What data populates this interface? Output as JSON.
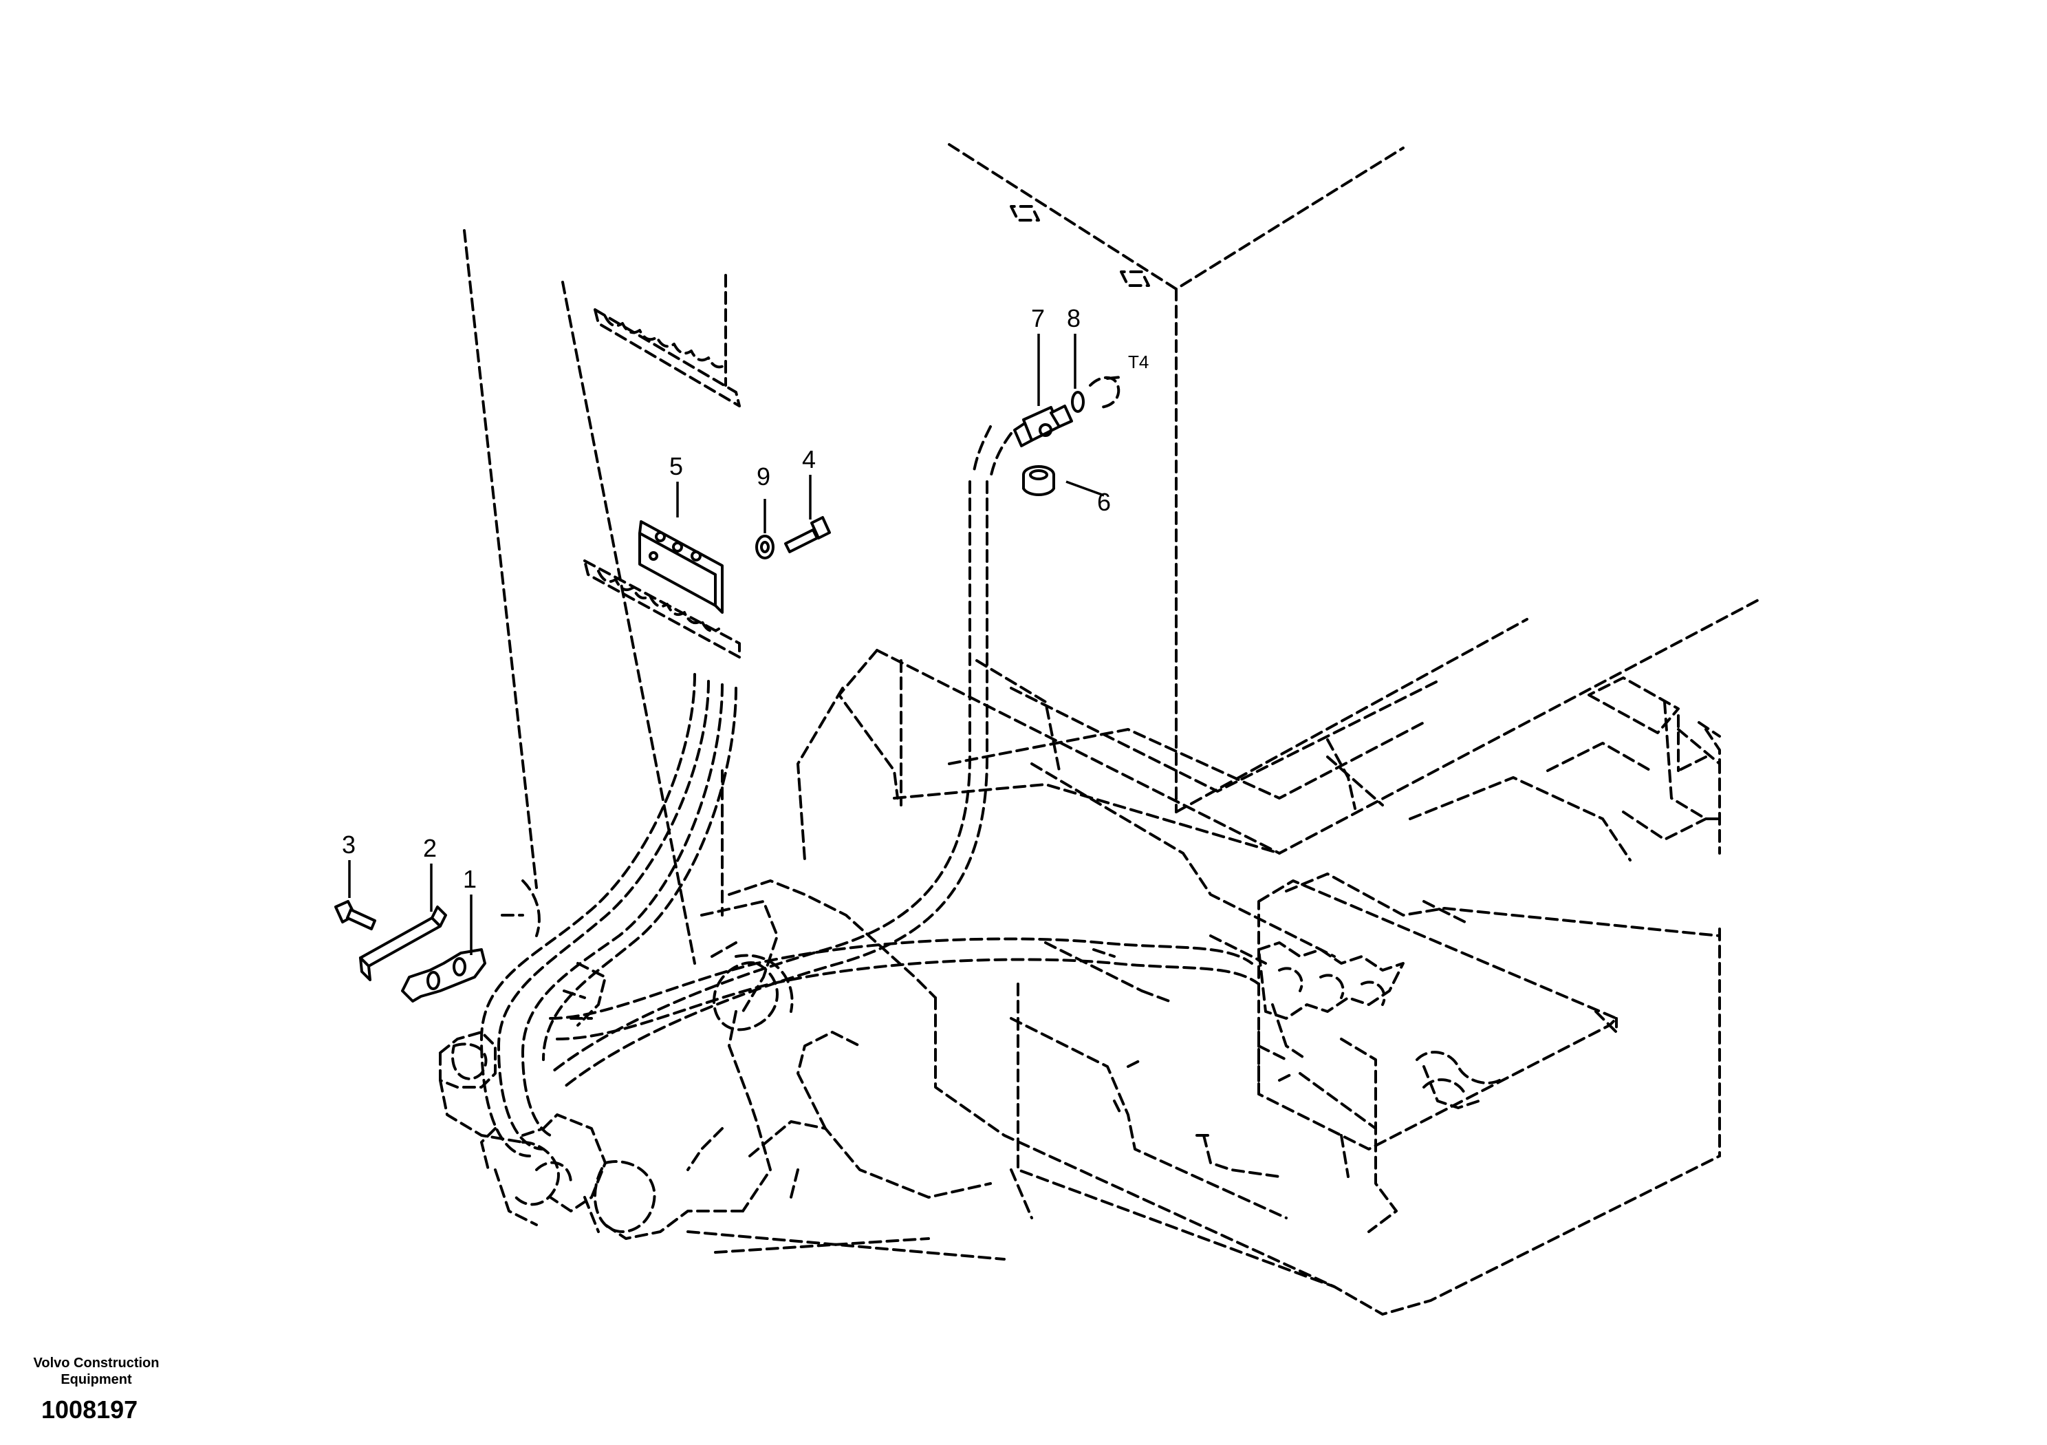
{
  "callouts": {
    "c1": "1",
    "c2": "2",
    "c3": "3",
    "c4": "4",
    "c5": "5",
    "c6": "6",
    "c7": "7",
    "c8": "8",
    "c9": "9",
    "t4": "T4"
  },
  "footer": {
    "brand_line_1": "Volvo Construction",
    "brand_line_2": "Equipment",
    "drawing_number": "1008197"
  }
}
